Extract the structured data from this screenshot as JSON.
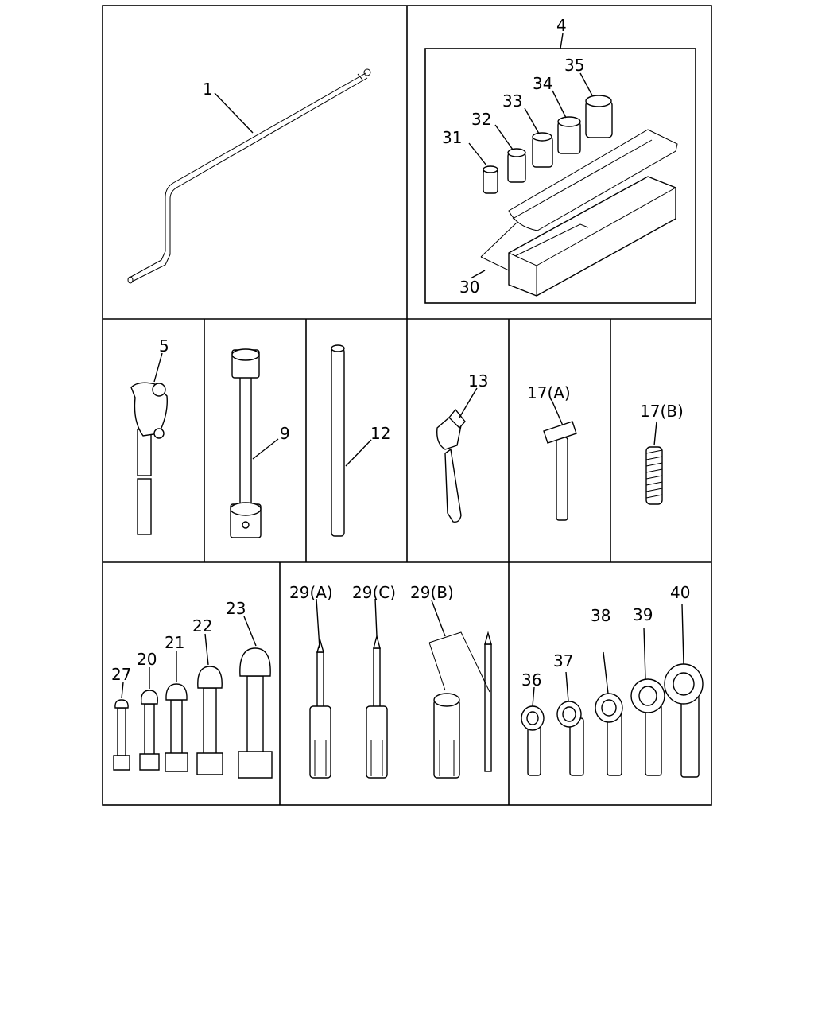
{
  "diagram": {
    "callouts": {
      "c1": "1",
      "c4": "4",
      "c30": "30",
      "c31": "31",
      "c32": "32",
      "c33": "33",
      "c34": "34",
      "c35": "35",
      "c5": "5",
      "c9": "9",
      "c12": "12",
      "c13": "13",
      "c17a": "17(A)",
      "c17b": "17(B)",
      "c27": "27",
      "c20": "20",
      "c21": "21",
      "c22": "22",
      "c23": "23",
      "c29a": "29(A)",
      "c29c": "29(C)",
      "c29b": "29(B)",
      "c36": "36",
      "c37": "37",
      "c38": "38",
      "c39": "39",
      "c40": "40"
    }
  }
}
